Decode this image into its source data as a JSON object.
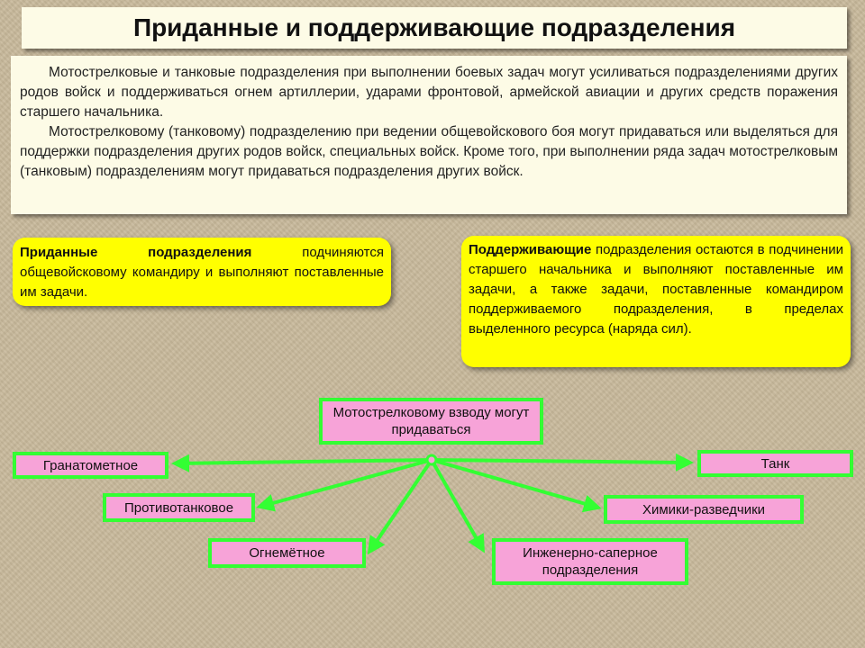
{
  "title": "Приданные и поддерживающие подразделения",
  "intro": {
    "p1": "Мотострелковые и  танковые подразделения при выполнении боевых задач могут усиливаться подразделениями других родов войск и поддерживаться огнем артиллерии, ударами фронтовой, армейской авиации и других средств поражения старшего начальника.",
    "p2": "Мотострелковому (танковому) подразделению при ведении общевойскового боя могут придаваться или выделяться для поддержки подразделения других родов войск, специальных войск. Кроме того, при выполнении ряда задач мотострелковым (танковым) подразделениям могут придаваться подразделения других войск."
  },
  "attached_box": {
    "term": "Приданные подразделения",
    "text": " подчиняются общевойсковому командиру и выполняют поставленные им задачи."
  },
  "support_box": {
    "term": "Поддерживающие",
    "text": " подразделения остаются в подчинении старшего начальника и выполняют поставленные им задачи, а также задачи, поставленные командиром поддерживаемого подразделения, в пределах выделенного ресурса (наряда сил)."
  },
  "diagram": {
    "center": "Мотострелковому взводу могут придаваться",
    "nodes": {
      "grenade": "Гранатометное",
      "tank": "Танк",
      "antitank": "Противотанковое",
      "chemical": "Химики-разведчики",
      "flame": "Огнемётное",
      "engineer": "Инженерно-саперное подразделения"
    }
  },
  "colors": {
    "background": "#c8b99b",
    "panel": "#fdfbe6",
    "highlight": "#ffff00",
    "node_fill": "#f7a3d8",
    "node_border": "#33ff33",
    "arrow": "#33ff33"
  }
}
